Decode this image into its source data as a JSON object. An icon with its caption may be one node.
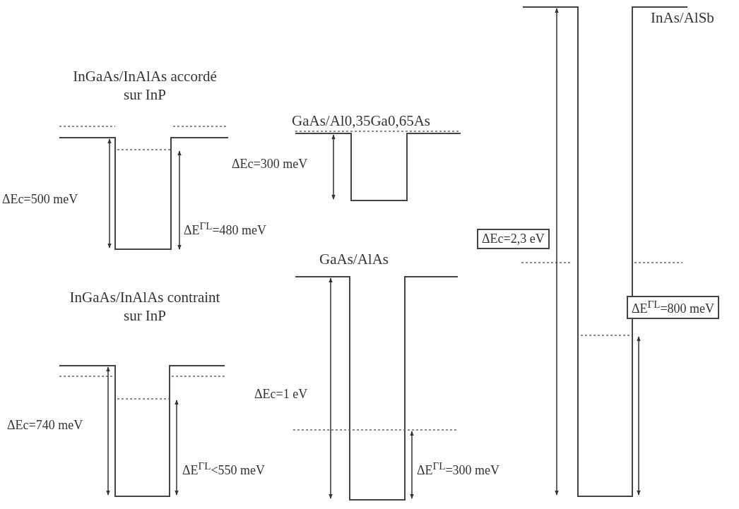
{
  "diagram": {
    "nodes": [
      {
        "text": [
          "ΔEc=2,3 eV"
        ]
      },
      {
        "text": [
          "ΔE$^{ΓL}$=800 meV"
        ]
      }
    ],
    "labels": [
      "InGaAs/InAlAs accordé sur InP",
      "GaAs/Al0,35Ga0,65As",
      "InAs/AlSb",
      "ΔEc=300 meV",
      "ΔEc=500 meV",
      "ΔE$^{ΓL}$=480 meV",
      "GaAs/AlAs",
      "InGaAs/InAlAs contraint sur InP",
      "ΔEc=1 eV",
      "ΔEc=740 meV",
      "ΔE$^{ΓL}$<550 meV",
      "ΔE$^{ΓL}$=300 meV"
    ]
  }
}
